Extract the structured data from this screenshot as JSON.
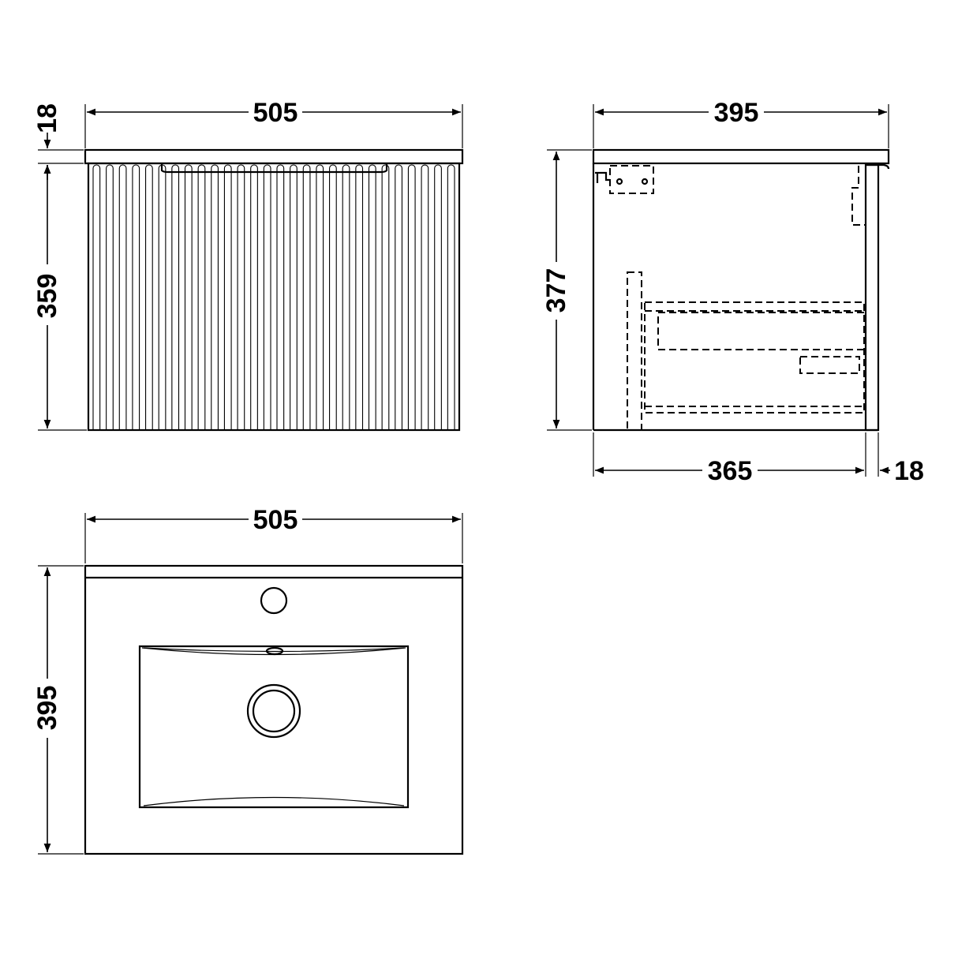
{
  "dimensions": {
    "front_width": "505",
    "front_top_thickness": "18",
    "front_height": "359",
    "side_depth": "395",
    "side_height": "377",
    "side_body_depth": "365",
    "side_panel": "18",
    "plan_width": "505",
    "plan_depth": "395"
  },
  "front_flutes": 28
}
